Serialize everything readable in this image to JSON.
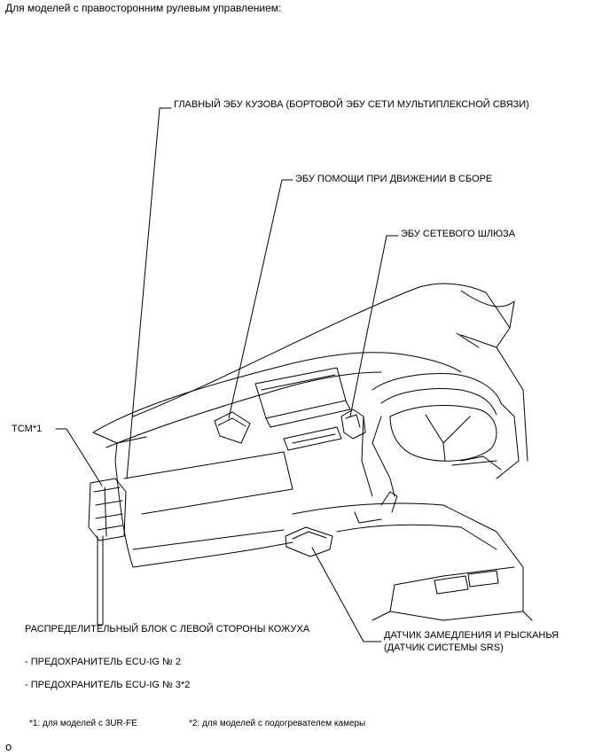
{
  "heading": "Для моделей с правосторонним рулевым управлением:",
  "labels": {
    "main_body_ecu": "ГЛАВНЫЙ ЭБУ КУЗОВА (БОРТОВОЙ ЭБУ СЕТИ МУЛЬТИПЛЕКСНОЙ СВЯЗИ)",
    "driving_support_ecu": "ЭБУ ПОМОЩИ ПРИ ДВИЖЕНИИ В СБОРЕ",
    "network_gateway_ecu": "ЭБУ СЕТЕВОГО ШЛЮЗА",
    "tcm": "TCM*1",
    "junction_block": "РАСПРЕДЕЛИТЕЛЬНЫЙ БЛОК С ЛЕВОЙ СТОРОНЫ КОЖУХА",
    "fuse_1": "- ПРЕДОХРАНИТЕЛЬ ECU-IG № 2",
    "fuse_2": "- ПРЕДОХРАНИТЕЛЬ ECU-IG № 3*2",
    "yaw_sensor_line1": "ДАТЧИК ЗАМЕДЛЕНИЯ И РЫСКАНЬЯ",
    "yaw_sensor_line2": "(ДАТЧИК СИСТЕМЫ SRS)"
  },
  "footnotes": {
    "note_1": "*1: для моделей с 3UR-FE",
    "note_2": "*2: для моделей с подогревателем камеры"
  },
  "corner_mark": "o"
}
